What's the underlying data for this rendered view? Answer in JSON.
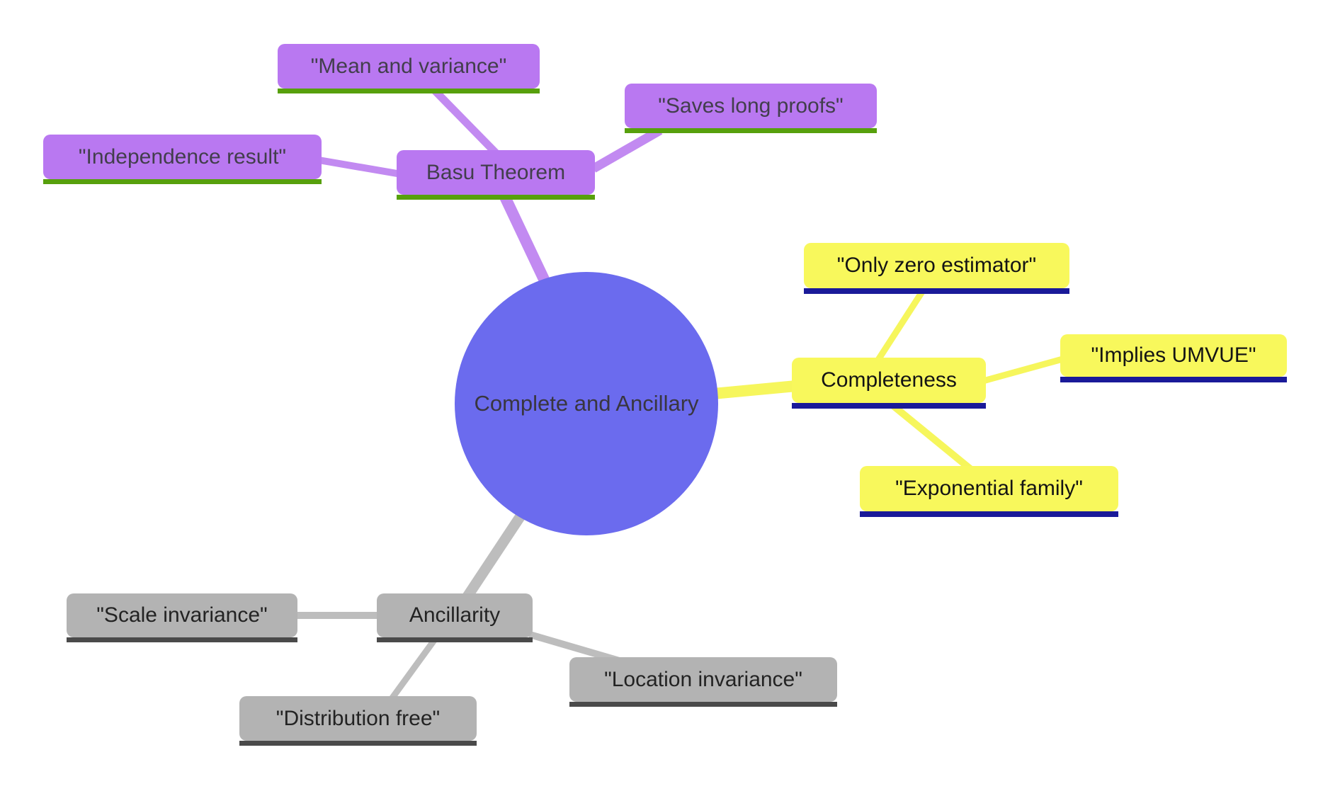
{
  "diagram": {
    "type": "mindmap",
    "background": "#ffffff"
  },
  "palette": {
    "root_fill": "#6b6bee",
    "purple_fill": "#b978f1",
    "purple_line": "#c28af1",
    "purple_rule": "#57a00c",
    "yellow_fill": "#f8f85c",
    "yellow_line": "#f6f65c",
    "yellow_rule": "#1a1a99",
    "gray_fill": "#b3b3b3",
    "gray_line": "#bdbdbd",
    "gray_rule": "#4a4a4a",
    "text_dark": "#3d3a45",
    "text_black": "#141414",
    "background": "#ffffff"
  },
  "nodes": {
    "root": {
      "label": "Complete and Ancillary",
      "shape": "circle",
      "color": "blue"
    },
    "basu": {
      "label": "Basu Theorem",
      "color": "purple"
    },
    "mean_variance": {
      "label": "\"Mean and variance\"",
      "color": "purple"
    },
    "saves_long_proofs": {
      "label": "\"Saves long proofs\"",
      "color": "purple"
    },
    "independence_result": {
      "label": "\"Independence result\"",
      "color": "purple"
    },
    "completeness": {
      "label": "Completeness",
      "color": "yellow"
    },
    "only_zero": {
      "label": "\"Only zero estimator\"",
      "color": "yellow"
    },
    "implies_umvue": {
      "label": "\"Implies UMVUE\"",
      "color": "yellow"
    },
    "exponential_family": {
      "label": "\"Exponential family\"",
      "color": "yellow"
    },
    "ancillarity": {
      "label": "Ancillarity",
      "color": "gray"
    },
    "scale_invariance": {
      "label": "\"Scale invariance\"",
      "color": "gray"
    },
    "location_invariance": {
      "label": "\"Location invariance\"",
      "color": "gray"
    },
    "distribution_free": {
      "label": "\"Distribution free\"",
      "color": "gray"
    }
  },
  "connections": [
    {
      "from": "root",
      "to": "basu",
      "color": "purple"
    },
    {
      "from": "basu",
      "to": "mean_variance",
      "color": "purple"
    },
    {
      "from": "basu",
      "to": "saves_long_proofs",
      "color": "purple"
    },
    {
      "from": "basu",
      "to": "independence_result",
      "color": "purple"
    },
    {
      "from": "root",
      "to": "completeness",
      "color": "yellow"
    },
    {
      "from": "completeness",
      "to": "only_zero",
      "color": "yellow"
    },
    {
      "from": "completeness",
      "to": "implies_umvue",
      "color": "yellow"
    },
    {
      "from": "completeness",
      "to": "exponential_family",
      "color": "yellow"
    },
    {
      "from": "root",
      "to": "ancillarity",
      "color": "gray"
    },
    {
      "from": "ancillarity",
      "to": "scale_invariance",
      "color": "gray"
    },
    {
      "from": "ancillarity",
      "to": "location_invariance",
      "color": "gray"
    },
    {
      "from": "ancillarity",
      "to": "distribution_free",
      "color": "gray"
    }
  ]
}
